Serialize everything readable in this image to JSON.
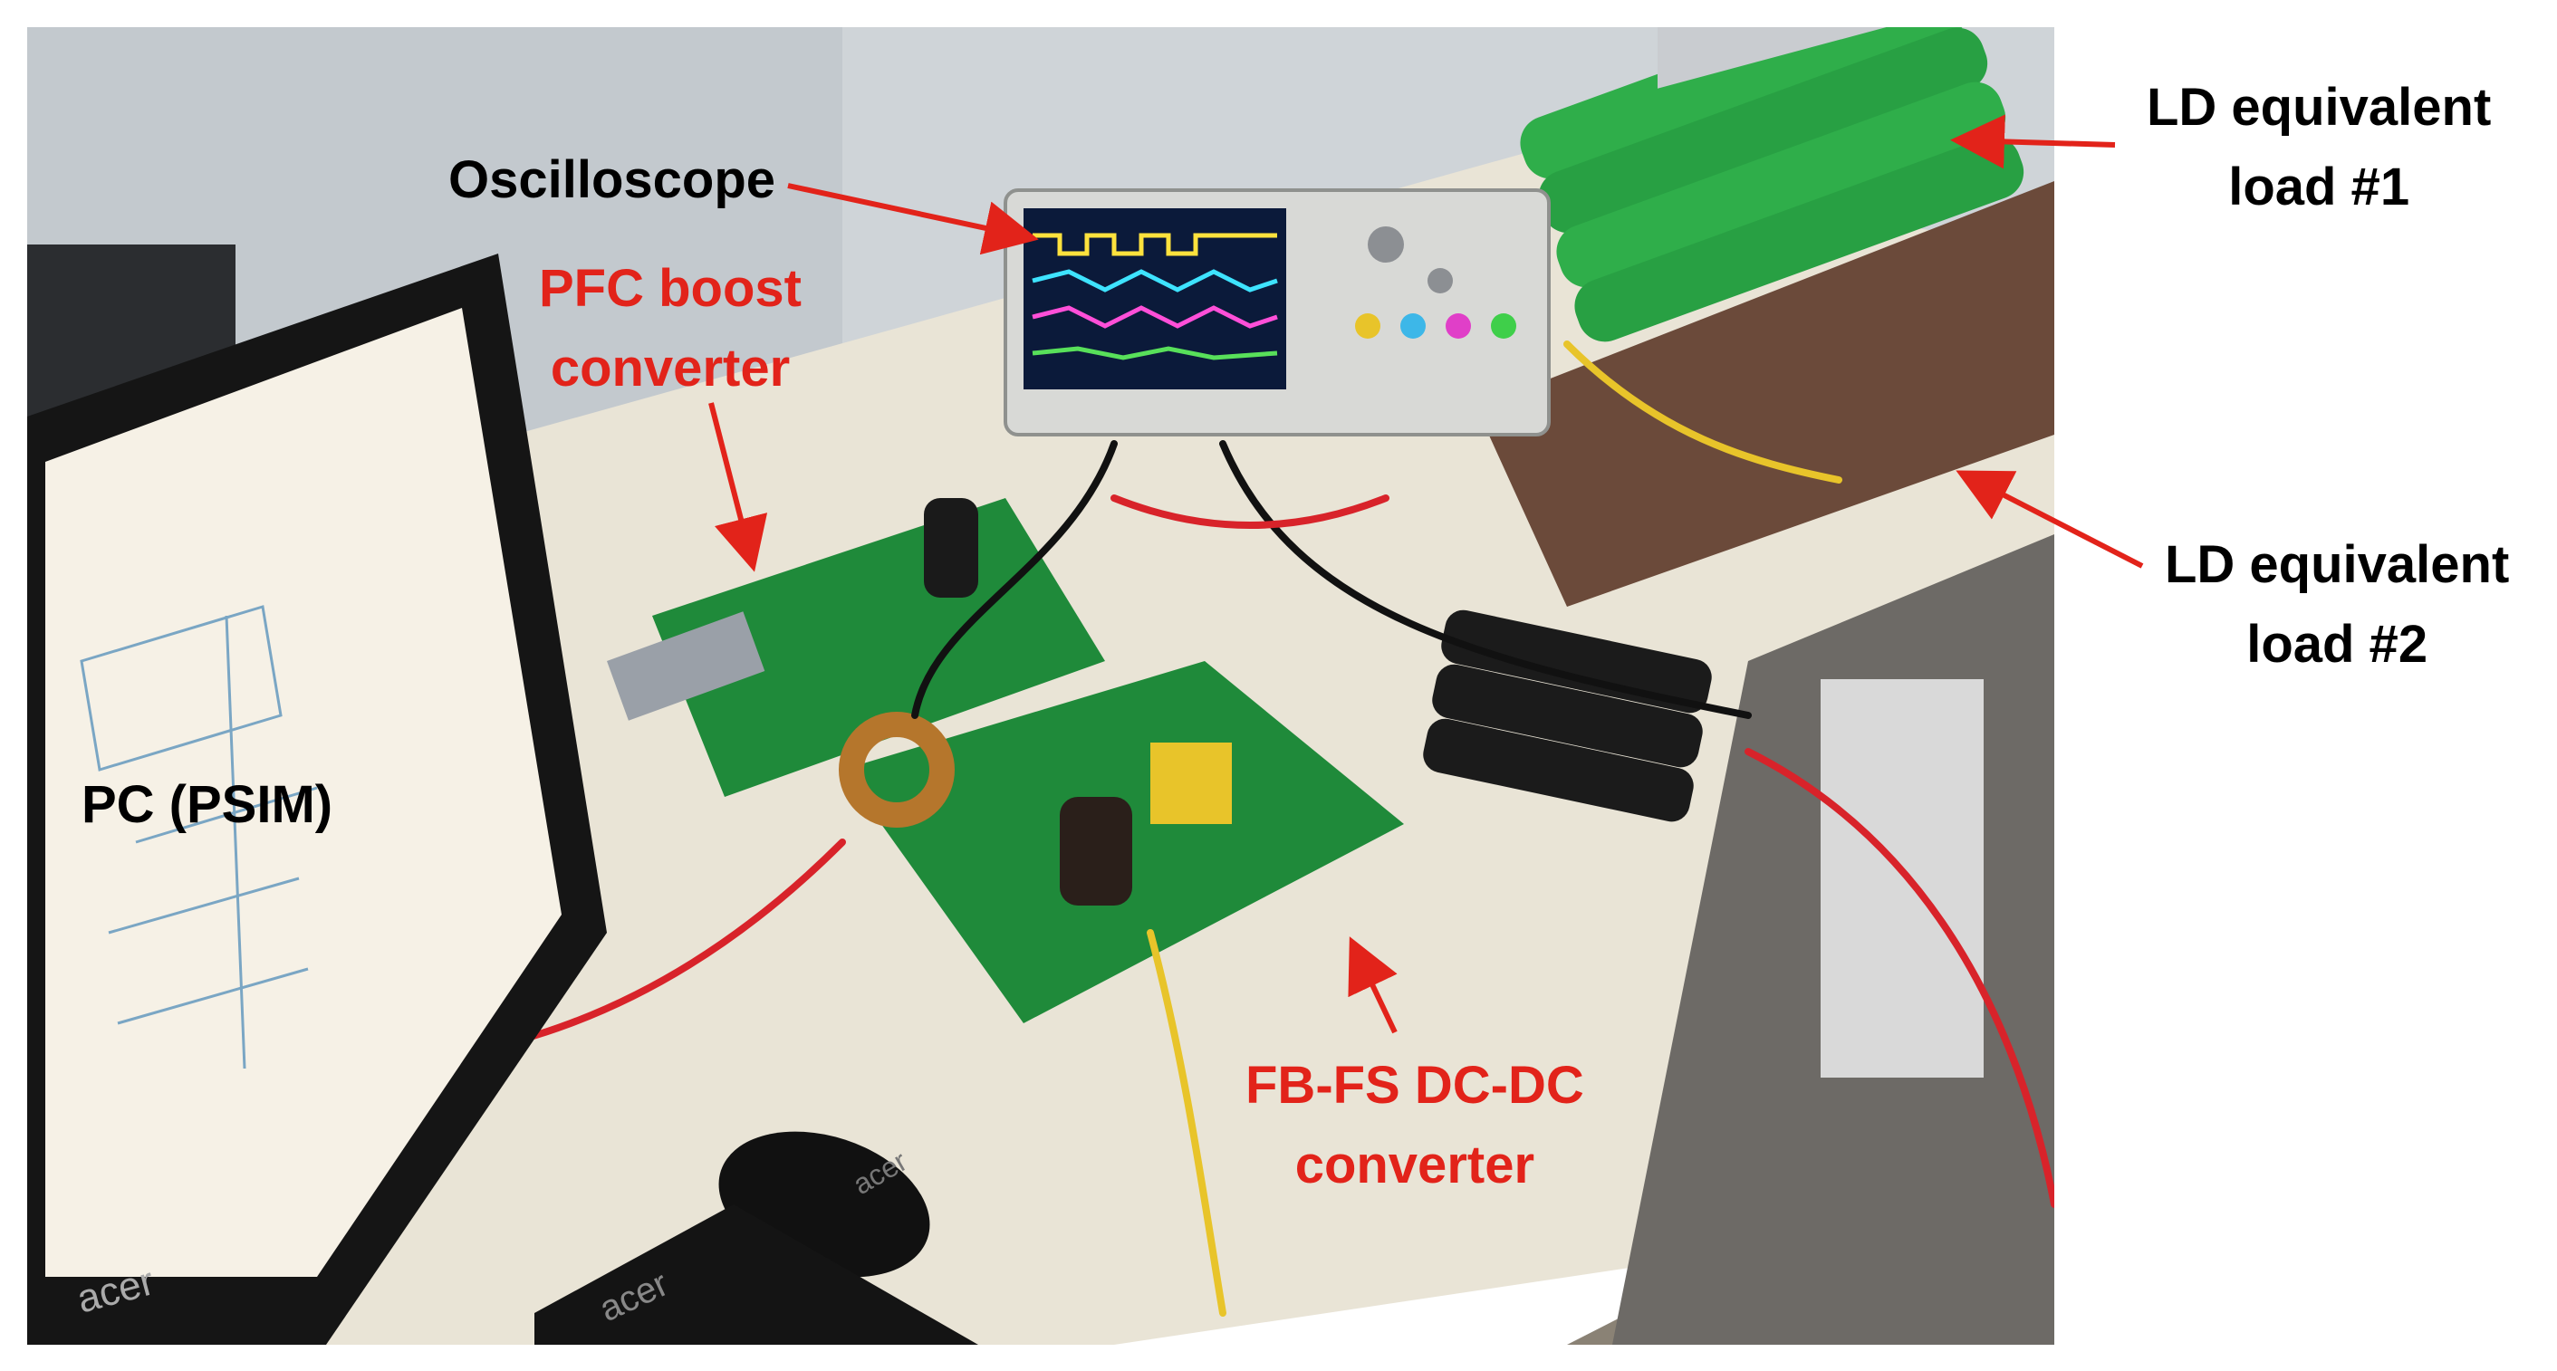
{
  "labels": {
    "oscilloscope": "Oscilloscope",
    "pfc_line1": "PFC boost",
    "pfc_line2": "converter",
    "ld1_line1": "LD equivalent",
    "ld1_line2": "load #1",
    "ld2_line1": "LD equivalent",
    "ld2_line2": "load #2",
    "pc": "PC (PSIM)",
    "fbfs_line1": "FB-FS DC-DC",
    "fbfs_line2": "converter"
  },
  "brand": {
    "monitor": "acer",
    "mouse": "acer",
    "keyboard": "acer"
  },
  "colors": {
    "label_black": "#000000",
    "label_red": "#e2231a",
    "arrow_red": "#e2231a",
    "pcb_green": "#1f8a3a",
    "load_green": "#2fae4a"
  },
  "icons": [
    "arrow-red"
  ]
}
